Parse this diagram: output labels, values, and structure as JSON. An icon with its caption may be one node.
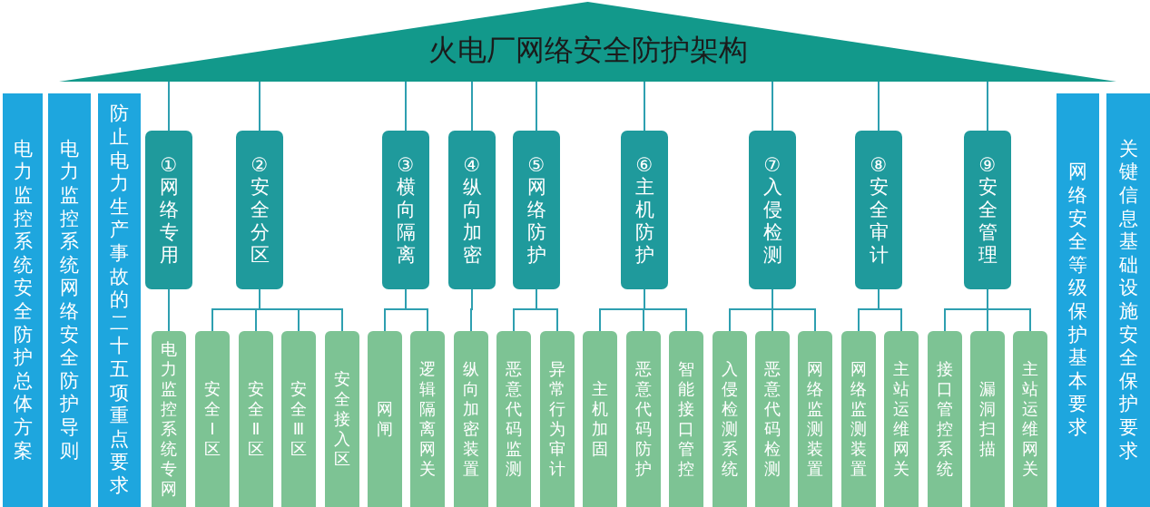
{
  "diagram": {
    "nodes": [
      {
        "text": [
          "火电厂网络安全防护架构"
        ]
      },
      {
        "text": [
          "电力监控系统安全防护总体方案"
        ]
      },
      {
        "text": [
          "电力监控系统网络安全防护导则"
        ]
      },
      {
        "text": [
          "防止电力生产事故的二十五项重点要求"
        ]
      },
      {
        "text": [
          "①网络专用"
        ]
      },
      {
        "text": [
          "②安全分区"
        ]
      },
      {
        "text": [
          "③横向隔离"
        ]
      },
      {
        "text": [
          "④纵向加密"
        ]
      },
      {
        "text": [
          "⑤网络防护"
        ]
      },
      {
        "text": [
          "⑥主机防护"
        ]
      },
      {
        "text": [
          "⑦入侵检测"
        ]
      },
      {
        "text": [
          "⑧安全审计"
        ]
      },
      {
        "text": [
          "⑨安全管理"
        ]
      },
      {
        "text": [
          "电力监控系统专网"
        ]
      },
      {
        "text": [
          "安全Ⅰ区"
        ]
      },
      {
        "text": [
          "安全Ⅱ区"
        ]
      },
      {
        "text": [
          "安全Ⅲ区"
        ]
      },
      {
        "text": [
          "安全接入区"
        ]
      },
      {
        "text": [
          "网闸"
        ]
      },
      {
        "text": [
          "逻辑隔离网关"
        ]
      },
      {
        "text": [
          "纵向加密装置"
        ]
      },
      {
        "text": [
          "恶意代码监测"
        ]
      },
      {
        "text": [
          "异常行为审计"
        ]
      },
      {
        "text": [
          "主机加固"
        ]
      },
      {
        "text": [
          "恶意代码防护"
        ]
      },
      {
        "text": [
          "智能接口管控"
        ]
      },
      {
        "text": [
          "入侵检测系统"
        ]
      },
      {
        "text": [
          "恶意代码检测"
        ]
      },
      {
        "text": [
          "网络监测装置"
        ]
      },
      {
        "text": [
          "网络监测装置"
        ]
      },
      {
        "text": [
          "主站运维网关"
        ]
      },
      {
        "text": [
          "接口管控系统"
        ]
      },
      {
        "text": [
          "漏洞扫描"
        ]
      },
      {
        "text": [
          "主站运维网关"
        ]
      },
      {
        "text": [
          "网络安全等级保护基本要求"
        ]
      },
      {
        "text": [
          "关键信息基础设施安全保护要求"
        ]
      }
    ],
    "edges": [
      {
        "from": 0,
        "to": 4,
        "arrow": "none"
      },
      {
        "from": 0,
        "to": 5,
        "arrow": "none"
      },
      {
        "from": 0,
        "to": 6,
        "arrow": "none"
      },
      {
        "from": 0,
        "to": 7,
        "arrow": "none"
      },
      {
        "from": 0,
        "to": 8,
        "arrow": "none"
      },
      {
        "from": 0,
        "to": 9,
        "arrow": "none"
      },
      {
        "from": 0,
        "to": 10,
        "arrow": "none"
      },
      {
        "from": 0,
        "to": 11,
        "arrow": "none"
      },
      {
        "from": 0,
        "to": 12,
        "arrow": "none"
      },
      {
        "from": 4,
        "to": 13,
        "arrow": "none"
      },
      {
        "from": 5,
        "to": 14,
        "arrow": "none"
      },
      {
        "from": 5,
        "to": 15,
        "arrow": "none"
      },
      {
        "from": 5,
        "to": 16,
        "arrow": "none"
      },
      {
        "from": 5,
        "to": 17,
        "arrow": "none"
      },
      {
        "from": 6,
        "to": 18,
        "arrow": "none"
      },
      {
        "from": 6,
        "to": 19,
        "arrow": "none"
      },
      {
        "from": 7,
        "to": 20,
        "arrow": "none"
      },
      {
        "from": 8,
        "to": 21,
        "arrow": "none"
      },
      {
        "from": 8,
        "to": 22,
        "arrow": "none"
      },
      {
        "from": 9,
        "to": 23,
        "arrow": "none"
      },
      {
        "from": 9,
        "to": 24,
        "arrow": "none"
      },
      {
        "from": 9,
        "to": 25,
        "arrow": "none"
      },
      {
        "from": 10,
        "to": 26,
        "arrow": "none"
      },
      {
        "from": 10,
        "to": 27,
        "arrow": "none"
      },
      {
        "from": 10,
        "to": 28,
        "arrow": "none"
      },
      {
        "from": 11,
        "to": 29,
        "arrow": "none"
      },
      {
        "from": 11,
        "to": 30,
        "arrow": "none"
      },
      {
        "from": 12,
        "to": 31,
        "arrow": "none"
      },
      {
        "from": 12,
        "to": 32,
        "arrow": "none"
      },
      {
        "from": 12,
        "to": 33,
        "arrow": "none"
      }
    ]
  }
}
